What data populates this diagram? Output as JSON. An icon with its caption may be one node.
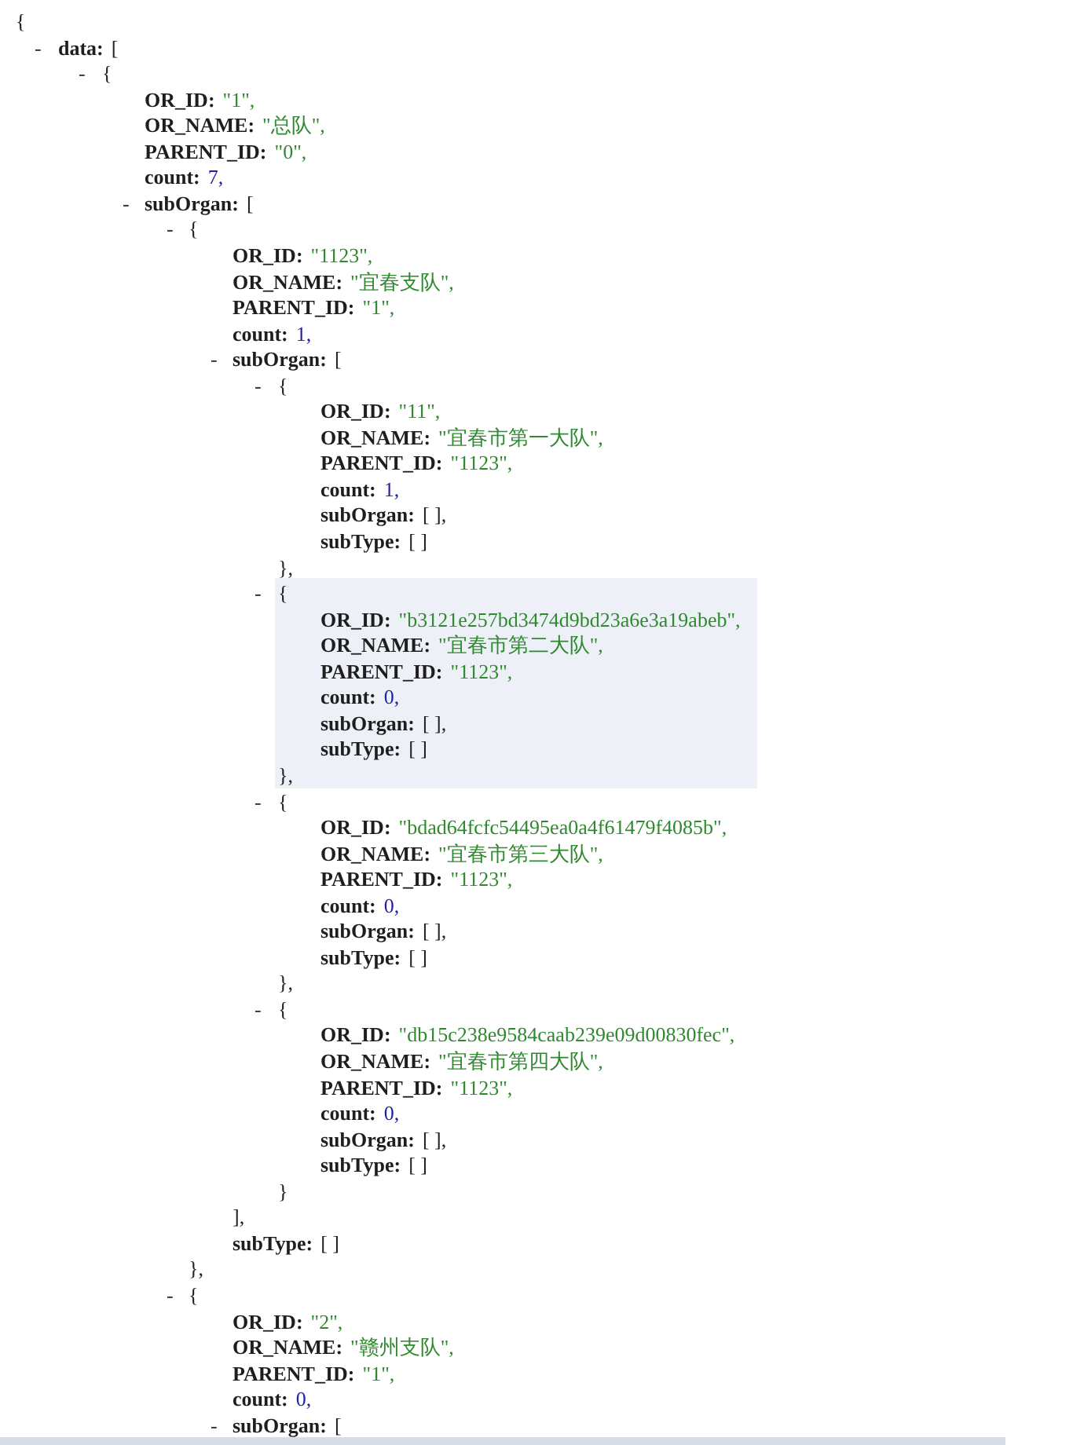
{
  "diagram": {
    "labels": [
      "{",
      "-",
      "data:",
      "[",
      "-",
      "{",
      "OR_ID:",
      "\"1\",",
      "OR_NAME:",
      "\"总队\",",
      "PARENT_ID:",
      "\"0\",",
      "count:",
      "7,",
      "-",
      "subOrgan:",
      "[",
      "-",
      "{",
      "OR_ID:",
      "\"1123\",",
      "OR_NAME:",
      "\"宜春支队\",",
      "PARENT_ID:",
      "\"1\",",
      "count:",
      "1,",
      "-",
      "subOrgan:",
      "[",
      "-",
      "{",
      "OR_ID:",
      "\"11\",",
      "OR_NAME:",
      "\"宜春市第一大队\",",
      "PARENT_ID:",
      "\"1123\",",
      "count:",
      "1,",
      "subOrgan:",
      "[ ],",
      "subType:",
      "[ ]",
      "},",
      "-",
      "{",
      "OR_ID:",
      "\"b3121e257bd3474d9bd23a6e3a19abeb\",",
      "OR_NAME:",
      "\"宜春市第二大队\",",
      "PARENT_ID:",
      "\"1123\",",
      "count:",
      "0,",
      "subOrgan:",
      "[ ],",
      "subType:",
      "[ ]",
      "},",
      "-",
      "{",
      "OR_ID:",
      "\"bdad64fcfc54495ea0a4f61479f4085b\",",
      "OR_NAME:",
      "\"宜春市第三大队\",",
      "PARENT_ID:",
      "\"1123\",",
      "count:",
      "0,",
      "subOrgan:",
      "[ ],",
      "subType:",
      "[ ]",
      "},",
      "-",
      "{",
      "OR_ID:",
      "\"db15c238e9584caab239e09d00830fec\",",
      "OR_NAME:",
      "\"宜春市第四大队\",",
      "PARENT_ID:",
      "\"1123\",",
      "count:",
      "0,",
      "subOrgan:",
      "[ ],",
      "subType:",
      "[ ]",
      "}",
      "],",
      "subType:",
      "[ ]",
      "},",
      "-",
      "{",
      "OR_ID:",
      "\"2\",",
      "OR_NAME:",
      "\"赣州支队\",",
      "PARENT_ID:",
      "\"1\",",
      "count:",
      "0,",
      "-",
      "subOrgan:",
      "["
    ]
  }
}
